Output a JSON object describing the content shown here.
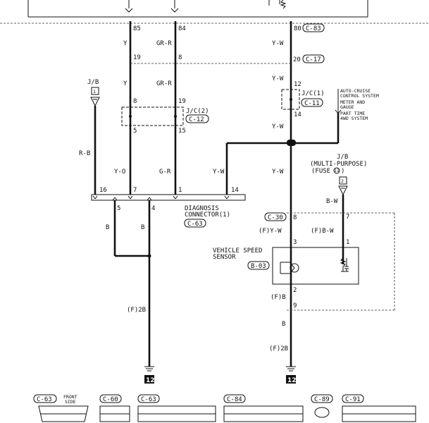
{
  "wires": {
    "y": "Y",
    "gr_r": "GR-R",
    "y_w": "Y-W",
    "r_b": "R-B",
    "y_o": "Y-O",
    "g_r": "G-R",
    "b": "B",
    "b_w": "B-W",
    "f_y_w": "(F)Y-W",
    "f_b_w": "(F)B-W",
    "f_b": "(F)B",
    "f_2b": "(F)2B"
  },
  "pins": {
    "p85": "85",
    "p84": "84",
    "p80": "80",
    "p19": "19",
    "p8": "8",
    "p20": "20",
    "p12": "12",
    "p14": "14",
    "p5": "5",
    "p15": "15",
    "p16": "16",
    "p7": "7",
    "p1": "1",
    "p4": "4",
    "p3": "3",
    "p2": "2",
    "p9": "9"
  },
  "connectors": {
    "c83": "C-83",
    "c17": "C-17",
    "c11": "C-11",
    "c12": "C-12",
    "c30": "C-30",
    "c63": "C-63",
    "b03": "B-03",
    "c60": "C-60",
    "c84": "C-84",
    "c89": "C-89",
    "c91": "C-91"
  },
  "labels": {
    "jb": "J/B",
    "jb_fuse_num": "1",
    "jc1": "J/C(1)",
    "jc2": "J/C(2)",
    "auto_cruise": "AUTO-CRUISE",
    "control_system": "CONTROL SYSTEM",
    "meter_and": "METER AND",
    "gauge": "GAUGE",
    "part_time": "PART TIME",
    "fourwd_system": "4WD SYSTEM",
    "jb2": "J/B",
    "multi_purpose": "(MULTI-PURPOSE)",
    "fuse": "(FUSE",
    "fuse_num": "11",
    "fuse_close": ")",
    "jb2_num": "2",
    "diagnosis": "DIAGNOSIS",
    "diag_connector": "CONNECTOR(1)",
    "vehicle_speed": "VEHICLE SPEED",
    "sensor": "SENSOR",
    "ground_num": "12",
    "front_side_1": "FRONT",
    "front_side_2": "SIDE"
  }
}
